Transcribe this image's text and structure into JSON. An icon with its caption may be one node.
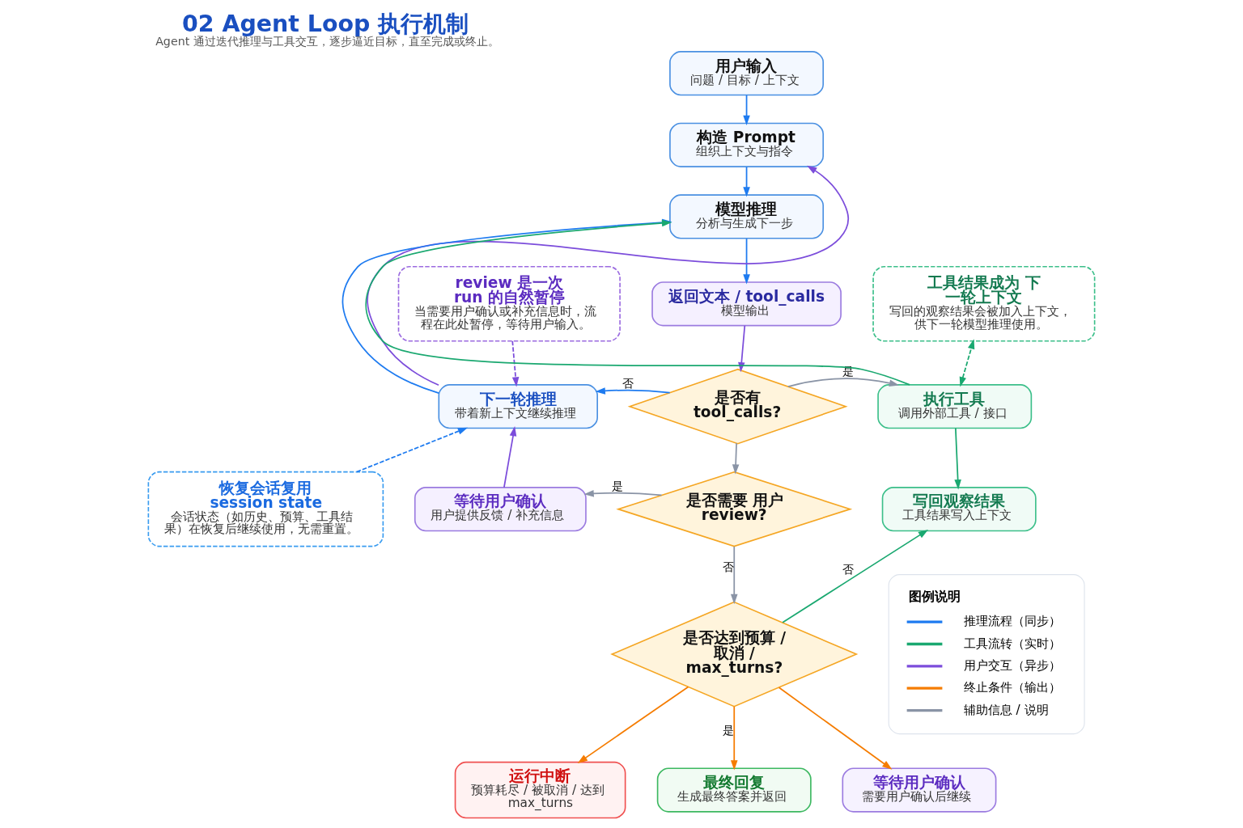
{
  "diagram": {
    "title": "02 Agent Loop 执行机制",
    "caption": "Agent 通过迭代推理与工具交互，逐步逼近目标，直至完成或终止。",
    "nodes": [
      {
        "text": [
          "用户输入",
          "问题 / 目标 / 上下文"
        ]
      },
      {
        "text": [
          "构造 Prompt",
          "组织上下文与指令"
        ]
      },
      {
        "text": [
          "模型推理",
          "分析与生成下一步"
        ]
      },
      {
        "text": [
          "返回文本 / tool_calls",
          "模型输出"
        ]
      },
      {
        "text": [
          "review 是一次 run 的自然暂停",
          "当需要用户确认或补充信息时，流程在此处暂停，等待用户输入。"
        ]
      },
      {
        "text": [
          "下一轮推理",
          "带着新上下文继续推理"
        ]
      },
      {
        "text": [
          "是否有 tool_calls?"
        ]
      },
      {
        "text": [
          "执行工具",
          "调用外部工具 / 接口"
        ]
      },
      {
        "text": [
          "工具结果成为 下一轮上下文",
          "写回的观察结果会被加入上下文，供下一轮模型推理使用。"
        ]
      },
      {
        "text": [
          "恢复会话复用 session state",
          "会话状态（如历史、预算、工具结果）在恢复后继续使用，无需重置。"
        ]
      },
      {
        "text": [
          "等待用户确认",
          "用户提供反馈 / 补充信息"
        ]
      },
      {
        "text": [
          "是否需要 用户 review?"
        ]
      },
      {
        "text": [
          "写回观察结果",
          "工具结果写入上下文"
        ]
      },
      {
        "text": [
          "是否达到预算 / 取消 / max_turns?"
        ]
      },
      {
        "text": [
          "运行中断",
          "预算耗尽 / 被取消 / 达到 max_turns"
        ]
      },
      {
        "text": [
          "最终回复",
          "生成最终答案并返回"
        ]
      },
      {
        "text": [
          "等待用户确认",
          "需要用户确认后继续"
        ]
      }
    ],
    "edges": [
      {
        "from": 0,
        "to": 1,
        "arrow": "to"
      },
      {
        "from": 1,
        "to": 2,
        "arrow": "to"
      },
      {
        "from": 2,
        "to": 3,
        "arrow": "to"
      },
      {
        "from": 3,
        "to": 6,
        "arrow": "to",
        "color": "#7c4ddb"
      },
      {
        "from": 6,
        "to": 5,
        "label": "否",
        "arrow": "to"
      },
      {
        "from": 6,
        "to": 7,
        "label": "是",
        "arrow": "to",
        "color": "#8a94a6"
      },
      {
        "from": 5,
        "to": 1,
        "arrow": "to",
        "color": "#7c4ddb"
      },
      {
        "from": 5,
        "to": 2,
        "arrow": "to"
      },
      {
        "from": 7,
        "to": 2,
        "arrow": "to",
        "color": "#1aa870"
      },
      {
        "from": 7,
        "to": 12,
        "arrow": "to",
        "color": "#1aa870"
      },
      {
        "from": 6,
        "to": 11,
        "arrow": "to",
        "color": "#8a94a6"
      },
      {
        "from": 11,
        "to": 10,
        "label": "是",
        "arrow": "to",
        "color": "#8a94a6"
      },
      {
        "from": 10,
        "to": 5,
        "arrow": "to",
        "color": "#7c4ddb"
      },
      {
        "from": 11,
        "to": 13,
        "label": "否",
        "arrow": "to",
        "color": "#8a94a6"
      },
      {
        "from": 13,
        "to": 12,
        "label": "否",
        "arrow": "to",
        "color": "#1aa870"
      },
      {
        "from": 13,
        "to": 14,
        "arrow": "to",
        "color": "#f57c00"
      },
      {
        "from": 13,
        "to": 15,
        "label": "是",
        "arrow": "to",
        "color": "#f57c00"
      },
      {
        "from": 13,
        "to": 16,
        "arrow": "to",
        "color": "#f57c00"
      },
      {
        "from": 4,
        "to": 5,
        "arrow": "to",
        "style": "dashed",
        "color": "#7c4ddb"
      },
      {
        "from": 9,
        "to": 5,
        "arrow": "to",
        "style": "dashed"
      },
      {
        "from": 7,
        "to": 8,
        "arrow": "both",
        "style": "dashed",
        "color": "#1aa870"
      }
    ],
    "labels": [
      "图例说明"
    ],
    "legend": [
      {
        "text": "推理流程（同步）"
      },
      {
        "text": "工具流转（实时）"
      },
      {
        "text": "用户交互（异步）"
      },
      {
        "text": "终止条件（输出）"
      },
      {
        "text": "辅助信息 / 说明"
      }
    ]
  }
}
